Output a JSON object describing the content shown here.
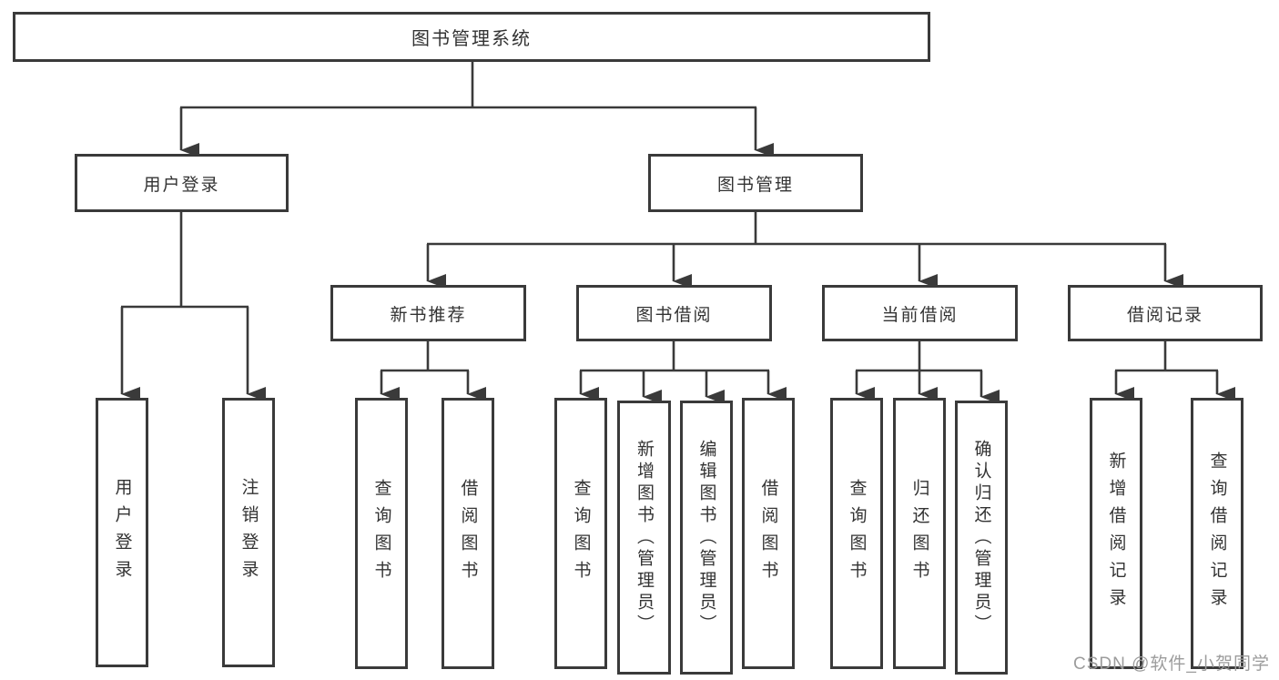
{
  "tree": {
    "root": {
      "label": "图书管理系统"
    },
    "user_login": {
      "label": "用户登录",
      "children": [
        "用户登录",
        "注销登录"
      ]
    },
    "book_mgmt": {
      "label": "图书管理",
      "children": [
        {
          "label": "新书推荐",
          "children": [
            "查询图书",
            "借阅图书"
          ]
        },
        {
          "label": "图书借阅",
          "children": [
            "查询图书",
            "新增图书（管理员）",
            "编辑图书（管理员）",
            "借阅图书"
          ]
        },
        {
          "label": "当前借阅",
          "children": [
            "查询图书",
            "归还图书",
            "确认归还（管理员）"
          ]
        },
        {
          "label": "借阅记录",
          "children": [
            "新增借阅记录",
            "查询借阅记录"
          ]
        }
      ]
    }
  },
  "watermark": "CSDN @软件_小贺同学",
  "colors": {
    "line": "#3a3a3a",
    "border": "#3a3a3a",
    "text": "#333333",
    "background": "#ffffff",
    "watermark": "#9c9c9c"
  }
}
